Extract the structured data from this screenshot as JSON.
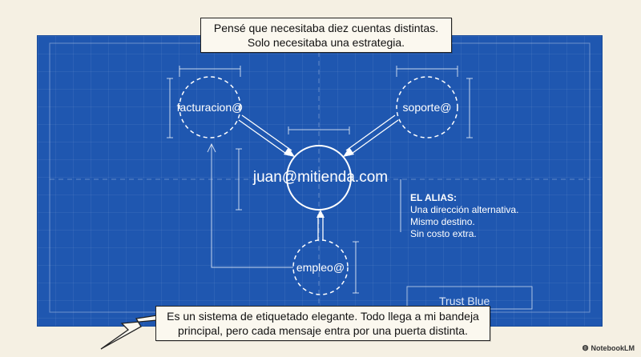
{
  "callout_top": {
    "line1": "Pensé que necesitaba diez cuentas distintas.",
    "line2": "Solo necesitaba una estrategia."
  },
  "diagram": {
    "nodes": {
      "facturacion": "facturacion@",
      "soporte": "soporte@",
      "main": "juan@mitienda.com",
      "empleo": "empleo@"
    },
    "alias": {
      "title": "EL ALIAS:",
      "line1": "Una dirección alternativa.",
      "line2": "Mismo destino.",
      "line3": "Sin costo extra."
    },
    "stamp": "Trust Blue",
    "colors": {
      "blueprint": "#1f57b0",
      "lines": "#ffffff",
      "paper": "#f5f0e3"
    }
  },
  "callout_bottom": {
    "line1": "Es un sistema de etiquetado elegante. Todo llega a mi bandeja",
    "line2": "principal, pero cada mensaje entra por una puerta distinta."
  },
  "brand": "NotebookLM"
}
